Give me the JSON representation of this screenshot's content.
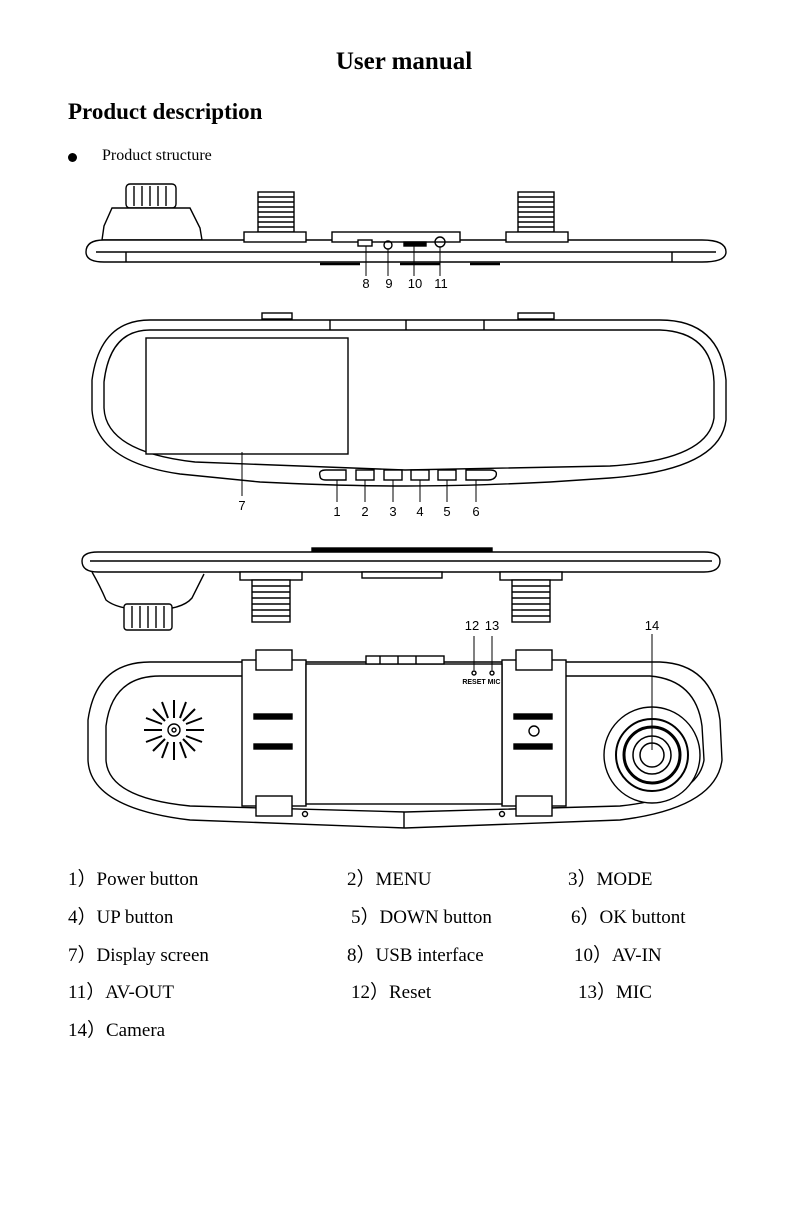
{
  "document": {
    "title": "User manual",
    "section_title": "Product description",
    "bullet_text": "Product structure"
  },
  "figure": {
    "callouts": {
      "n1": "1",
      "n2": "2",
      "n3": "3",
      "n4": "4",
      "n5": "5",
      "n6": "6",
      "n7": "7",
      "n8": "8",
      "n9": "9",
      "n10": "10",
      "n11": "11",
      "n12": "12",
      "n13": "13",
      "n14": "14"
    },
    "reset_label": "RESET",
    "mic_label": "MIC"
  },
  "legend": [
    "1）Power button",
    "2）MENU",
    "3）MODE",
    "4）UP button",
    "5）DOWN button",
    "6）OK buttont",
    "7）Display screen",
    "8）USB interface",
    "10）AV-IN",
    "11）AV-OUT",
    "12）Reset",
    "13）MIC",
    "14）Camera"
  ]
}
